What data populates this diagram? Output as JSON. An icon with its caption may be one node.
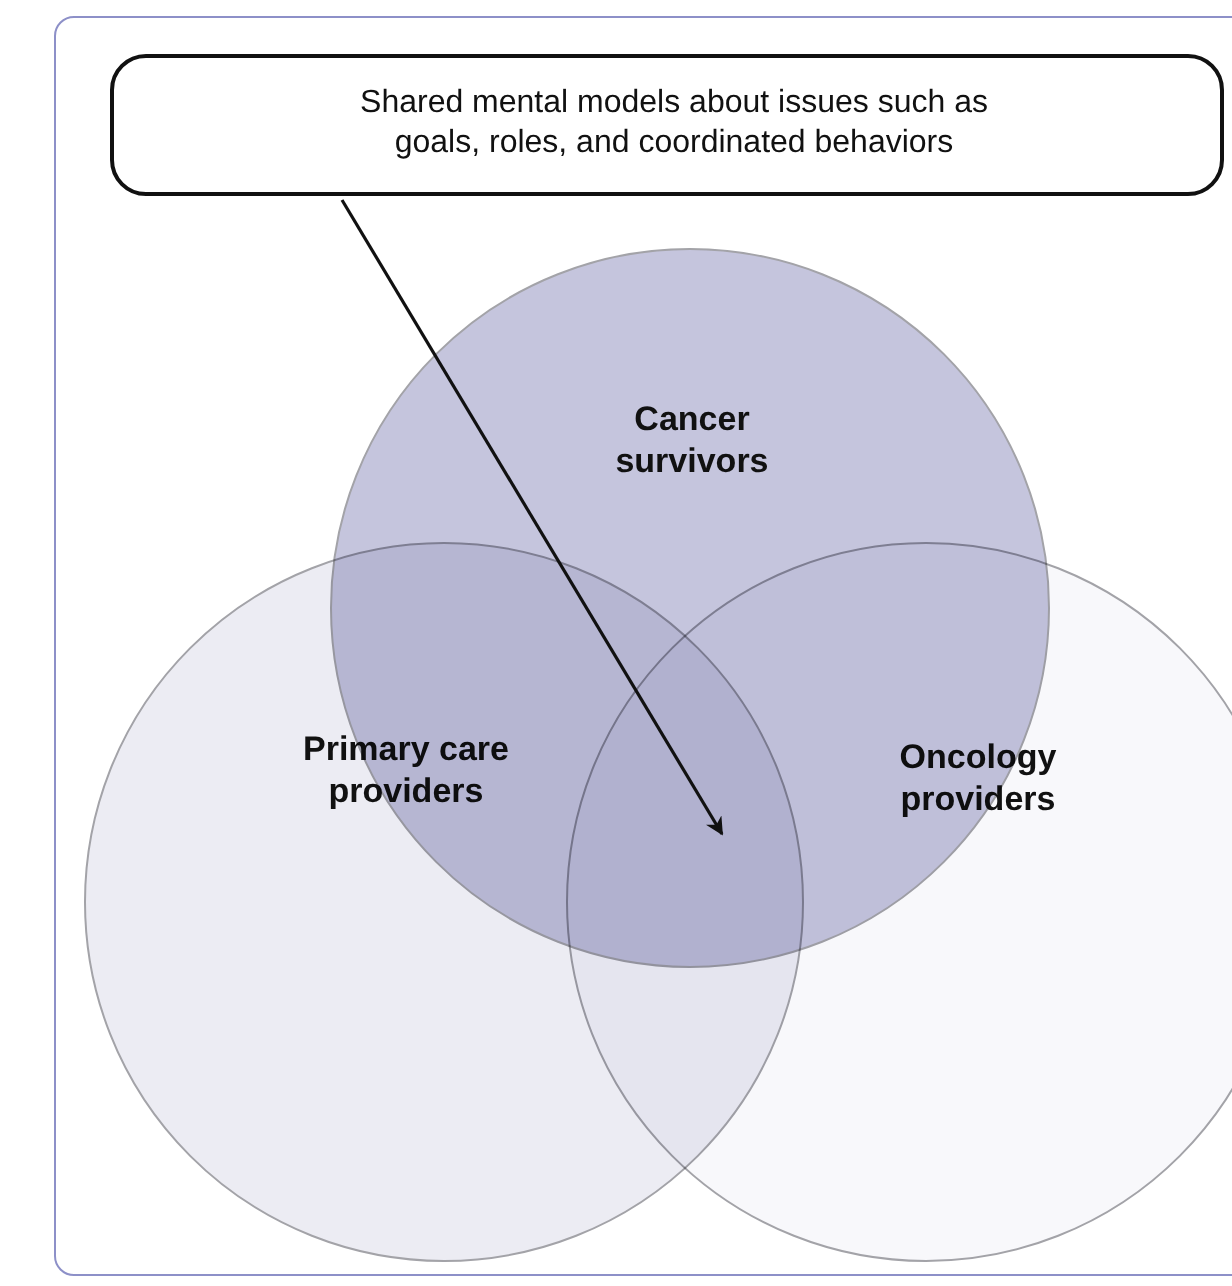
{
  "diagram": {
    "nodes": [
      {
        "text": [
          "Shared mental models about issues such as goals, roles, and coordinated behaviors"
        ]
      },
      {
        "text": [
          "Cancer survivors"
        ]
      },
      {
        "text": [
          "Primary care providers"
        ]
      },
      {
        "text": [
          "Oncology providers"
        ]
      }
    ],
    "edges": [
      {
        "from": 0,
        "to": 1,
        "arrow": "to"
      }
    ]
  }
}
